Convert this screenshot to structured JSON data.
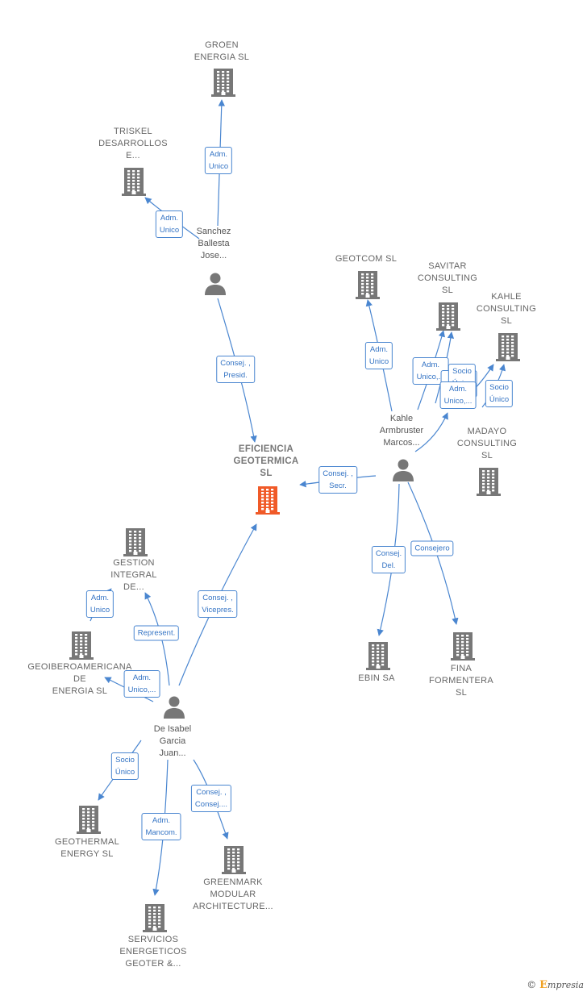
{
  "colors": {
    "edge": "#4a86d0",
    "building": "#777777",
    "focal_building": "#f05a28",
    "person": "#777777"
  },
  "nodes": {
    "groen": {
      "label": "GROEN\nENERGIA SL",
      "icon": "building-icon"
    },
    "triskel": {
      "label": "TRISKEL\nDESARROLLOS\nE...",
      "icon": "building-icon"
    },
    "sanchez": {
      "label": "Sanchez\nBallesta\nJose...",
      "icon": "person-icon"
    },
    "geotcom": {
      "label": "GEOTCOM  SL",
      "icon": "building-icon"
    },
    "savitar": {
      "label": "SAVITAR\nCONSULTING\nSL",
      "icon": "building-icon"
    },
    "kahle_consulting": {
      "label": "KAHLE\nCONSULTING\nSL",
      "icon": "building-icon"
    },
    "kahle_person": {
      "label": "Kahle\nArmbruster\nMarcos...",
      "icon": "person-icon"
    },
    "madayo": {
      "label": "MADAYO\nCONSULTING\nSL",
      "icon": "building-icon"
    },
    "eficiencia": {
      "label": "EFICIENCIA\nGEOTERMICA\nSL",
      "icon": "building-icon"
    },
    "gestion": {
      "label": "GESTION\nINTEGRAL\nDE...",
      "icon": "building-icon"
    },
    "geoibero": {
      "label": "GEOIBEROAMERICANA\nDE\nENERGIA  SL",
      "icon": "building-icon"
    },
    "deisabel": {
      "label": "De Isabel\nGarcia\nJuan...",
      "icon": "person-icon"
    },
    "ebin": {
      "label": "EBIN SA",
      "icon": "building-icon"
    },
    "fina": {
      "label": "FINA\nFORMENTERA\nSL",
      "icon": "building-icon"
    },
    "geothermal": {
      "label": "GEOTHERMAL\nENERGY SL",
      "icon": "building-icon"
    },
    "greenmark": {
      "label": "GREENMARK\nMODULAR\nARCHITECTURE...",
      "icon": "building-icon"
    },
    "servicios": {
      "label": "SERVICIOS\nENERGETICOS\nGEOTER &...",
      "icon": "building-icon"
    }
  },
  "edges": [
    {
      "from": "sanchez",
      "to": "groen",
      "label": "Adm.\nUnico"
    },
    {
      "from": "sanchez",
      "to": "triskel",
      "label": "Adm.\nUnico"
    },
    {
      "from": "sanchez",
      "to": "eficiencia",
      "label": "Consej. ,\nPresid."
    },
    {
      "from": "kahle_person",
      "to": "geotcom",
      "label": "Adm.\nUnico"
    },
    {
      "from": "kahle_person",
      "to": "savitar",
      "label": "Adm.\nUnico,..."
    },
    {
      "from": "kahle_person",
      "to": "savitar",
      "label": "Adm.\nUnico,..."
    },
    {
      "from": "kahle_person",
      "to": "kahle_consulting",
      "label": "Socio\nÚnico"
    },
    {
      "from": "kahle_person",
      "to": "kahle_consulting",
      "label": "Socio\nÚnico"
    },
    {
      "from": "kahle_person",
      "to": "madayo",
      "label": "Adm.\nUnico,..."
    },
    {
      "from": "kahle_person",
      "to": "eficiencia",
      "label": "Consej. ,\nSecr."
    },
    {
      "from": "kahle_person",
      "to": "ebin",
      "label": "Consej.\nDel."
    },
    {
      "from": "kahle_person",
      "to": "fina",
      "label": "Consejero"
    },
    {
      "from": "deisabel",
      "to": "eficiencia",
      "label": "Consej. ,\nVicepres."
    },
    {
      "from": "deisabel",
      "to": "gestion",
      "label": "Represent."
    },
    {
      "from": "deisabel",
      "to": "geoibero",
      "label": "Adm.\nUnico,..."
    },
    {
      "from": "geoibero",
      "to": "gestion",
      "label": "Adm.\nUnico"
    },
    {
      "from": "deisabel",
      "to": "geothermal",
      "label": "Socio\nÚnico"
    },
    {
      "from": "deisabel",
      "to": "servicios",
      "label": "Adm.\nMancom."
    },
    {
      "from": "deisabel",
      "to": "greenmark",
      "label": "Consej. ,\nConsej...."
    }
  ],
  "watermark": {
    "symbol": "©",
    "brand_initial": "E",
    "brand_rest": "mpresia"
  }
}
